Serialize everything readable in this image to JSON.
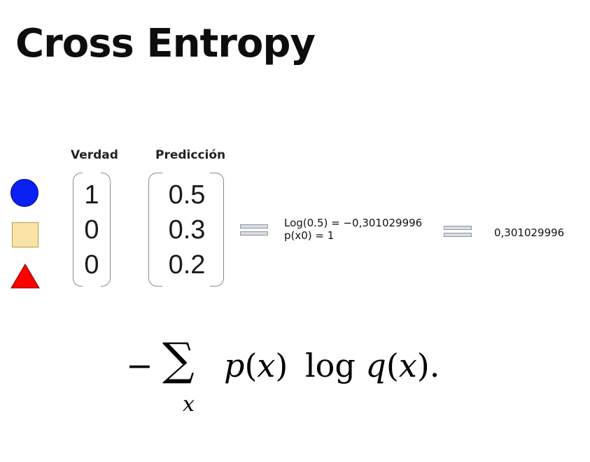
{
  "title": "Cross Entropy",
  "headers": {
    "truth": "Verdad",
    "prediction": "Predicción"
  },
  "classes": [
    {
      "shape": "circle",
      "color": "#0a1ff2"
    },
    {
      "shape": "square",
      "color": "#fae3a6"
    },
    {
      "shape": "triangle",
      "color": "#ff0000"
    }
  ],
  "truth_values": [
    "1",
    "0",
    "0"
  ],
  "prediction_values": [
    "0.5",
    "0.3",
    "0.2"
  ],
  "calc": {
    "line1": "Log(0.5) = −0,301029996",
    "line2": "p(x0) = 1"
  },
  "result": "0,301029996",
  "formula": {
    "minus": "−",
    "sigma": "∑",
    "sub": "x",
    "p": "p",
    "lparen1": "(",
    "x1": "x",
    "rparen1": ")",
    "log": "log",
    "q": "q",
    "lparen2": "(",
    "x2": "x",
    "rparen2": ")",
    "end": "."
  }
}
